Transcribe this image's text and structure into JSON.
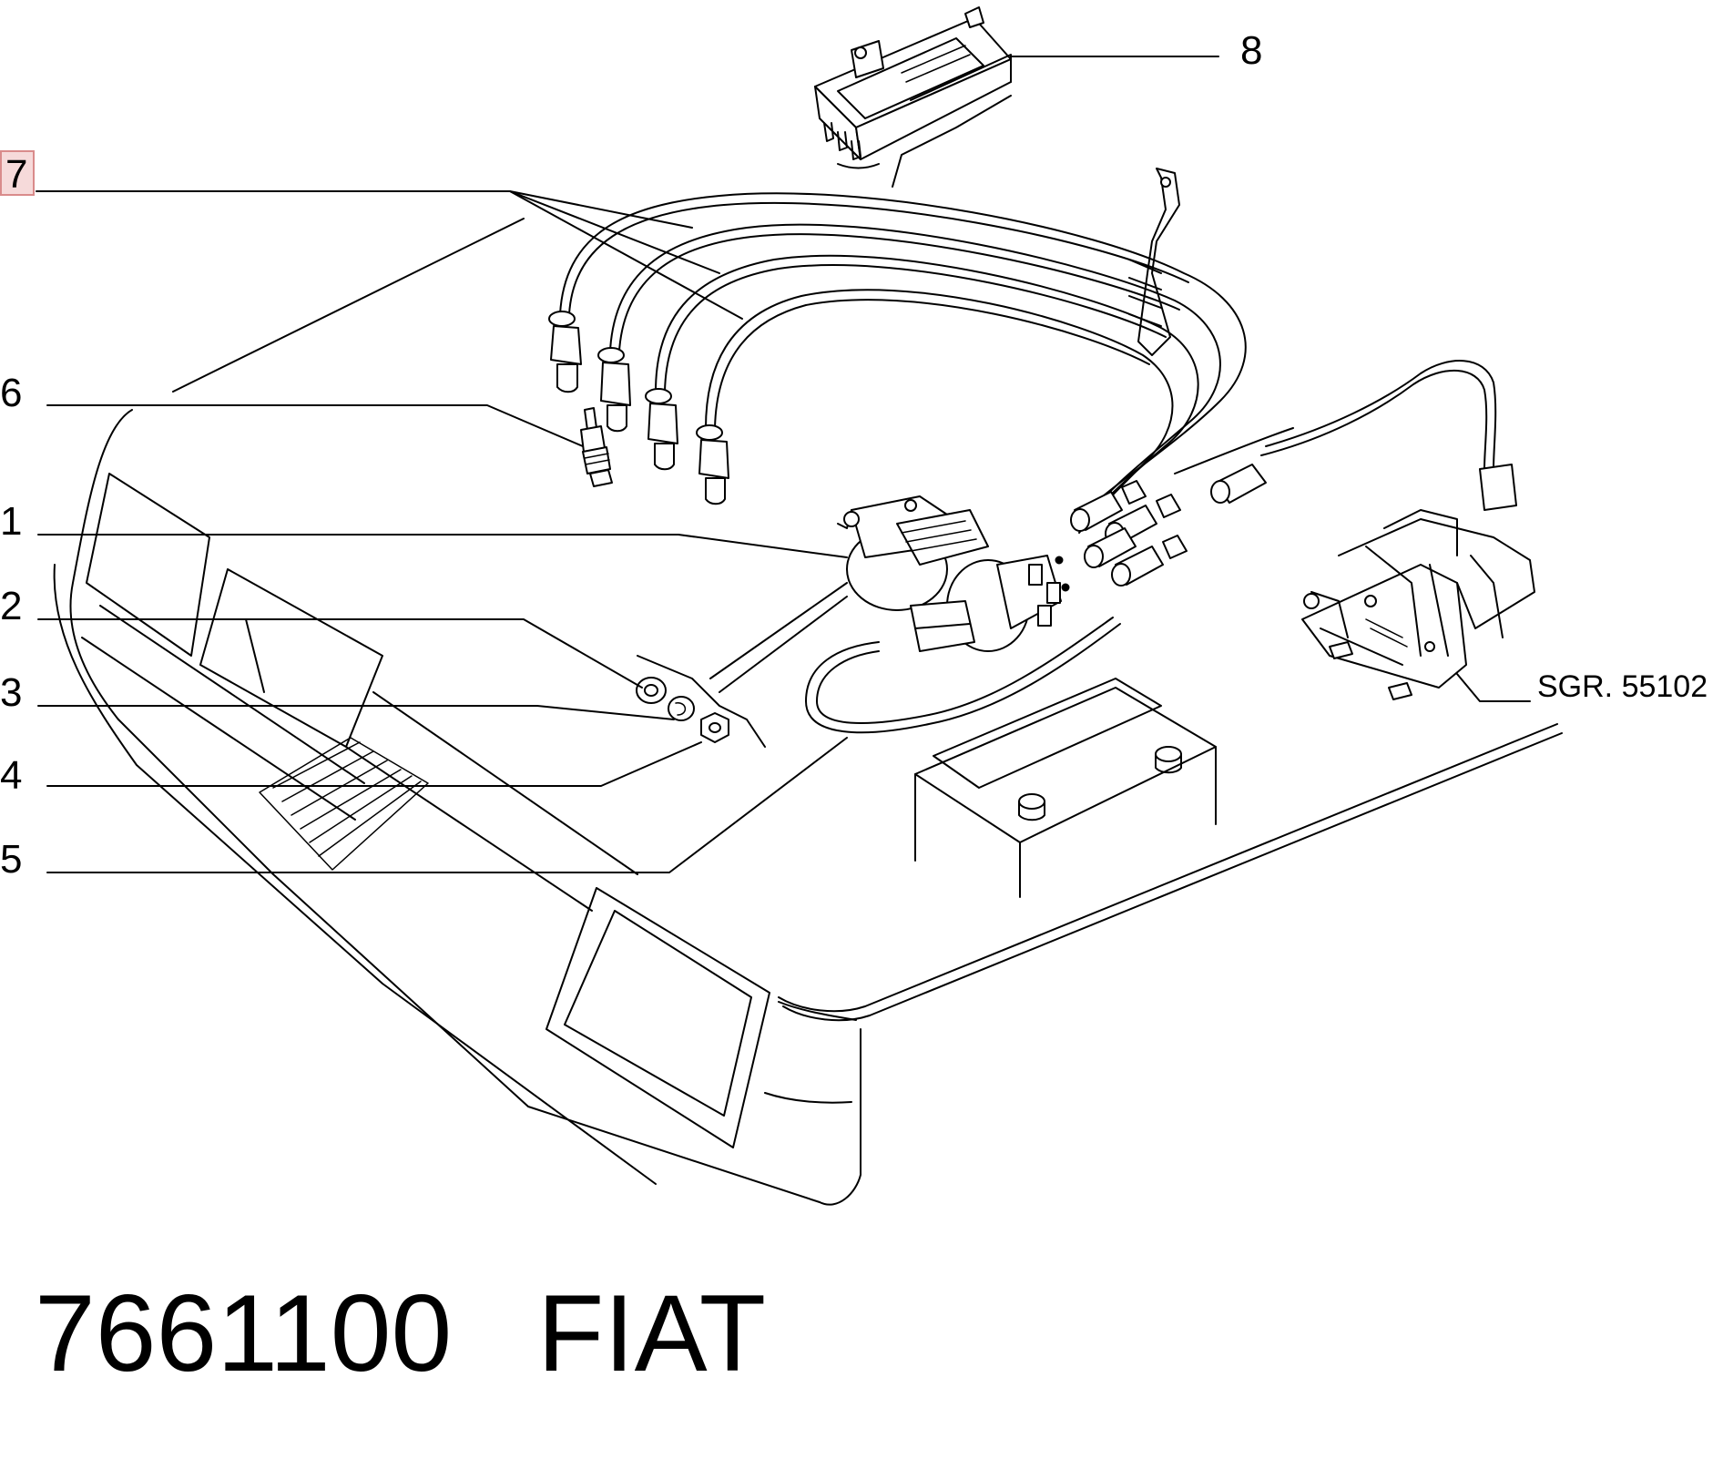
{
  "callouts": {
    "c1": "1",
    "c2": "2",
    "c3": "3",
    "c4": "4",
    "c5": "5",
    "c6": "6",
    "c7": "7",
    "c8": "8"
  },
  "subgroup_ref": "SGR. 55102",
  "footer": {
    "part_number": "7661100",
    "brand": "FIAT"
  },
  "colors": {
    "line": "#000000",
    "highlight_fill": "#f6dada",
    "highlight_border": "#d98b8b",
    "background": "#ffffff"
  }
}
